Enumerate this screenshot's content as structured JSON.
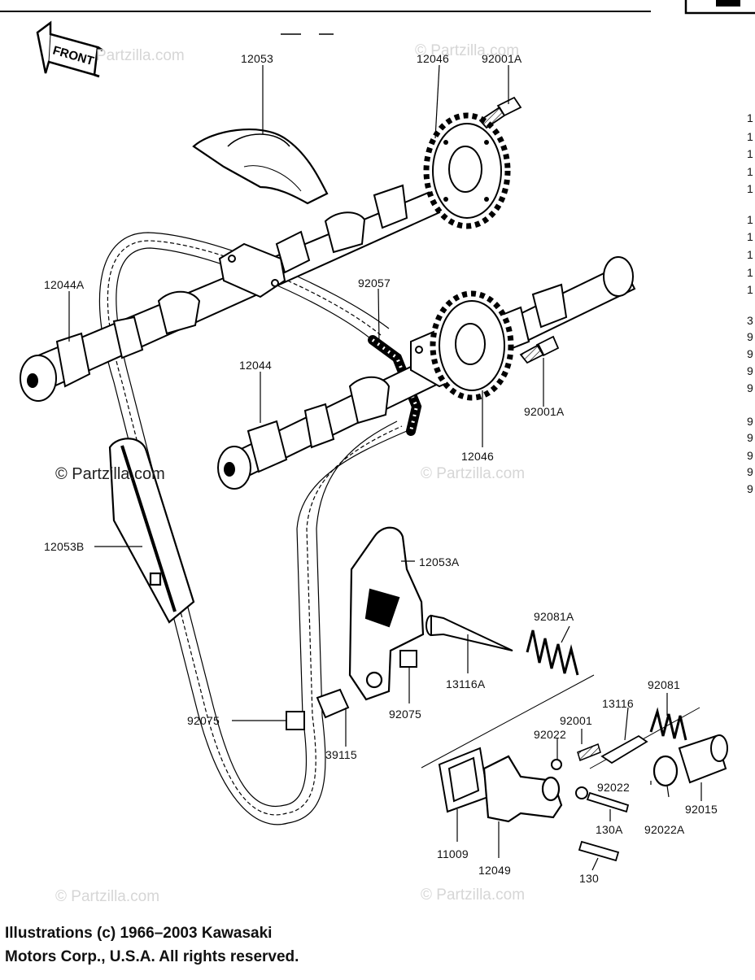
{
  "front_label": "FRONT",
  "labels": {
    "p12053": "12053",
    "p12046_top": "12046",
    "p92001A_top": "92001A",
    "p12044A": "12044A",
    "p92057": "92057",
    "p12044": "12044",
    "p92001A_mid": "92001A",
    "p12046_mid": "12046",
    "p12053B": "12053B",
    "p12053A": "12053A",
    "p92081A": "92081A",
    "p13116A": "13116A",
    "p92075_left": "92075",
    "p92075_right": "92075",
    "p39115": "39115",
    "p92081": "92081",
    "p13116": "13116",
    "p92001": "92001",
    "p92022_a": "92022",
    "p92022_b": "92022",
    "p11009": "11009",
    "p12049": "12049",
    "p130A": "130A",
    "p92022A": "92022A",
    "p92015": "92015",
    "p130": "130"
  },
  "watermarks": {
    "w1": "Partzilla.com",
    "w2": "© Partzilla.com",
    "w3": "© Partzilla.com",
    "w4": "© Partzilla.com",
    "w5": "© Partzilla.com",
    "w6": "© Partzilla.com"
  },
  "right_edge_digits": [
    "1",
    "1",
    "1",
    "1",
    "1",
    "1",
    "1",
    "1",
    "1",
    "1",
    "3",
    "9",
    "9",
    "9",
    "9",
    "9",
    "9",
    "9",
    "9",
    "9"
  ],
  "footer": {
    "line1": "Illustrations (c) 1966–2003 Kawasaki",
    "line2": "Motors Corp., U.S.A.  All rights reserved."
  }
}
